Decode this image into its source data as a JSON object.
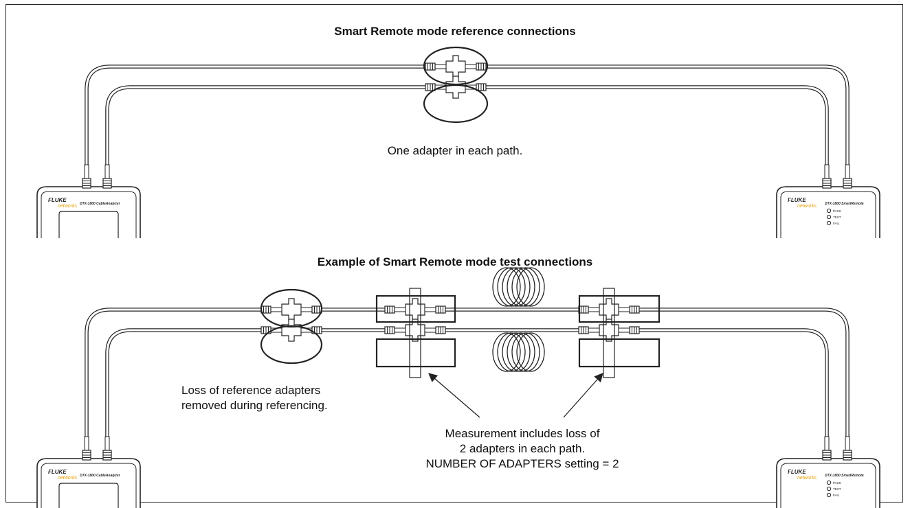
{
  "top": {
    "title": "Smart Remote mode reference connections",
    "note": "One adapter in each path."
  },
  "bottom": {
    "title": "Example of Smart Remote mode test connections",
    "note_left_1": "Loss of reference adapters",
    "note_left_2": "removed during referencing.",
    "note_center_1": "Measurement includes loss of",
    "note_center_2": "2 adapters in each path.",
    "note_center_3": "NUMBER OF ADAPTERS setting = 2"
  },
  "devices": {
    "analyzer": {
      "brand": "FLUKE",
      "sub": "networks",
      "model": "DTX-1800 CableAnalyzer"
    },
    "remote": {
      "brand": "FLUKE",
      "sub": "networks",
      "model": "DTX-1800 SmartRemote",
      "leds": [
        "PASS",
        "TEST",
        "FAIL"
      ]
    }
  },
  "colors": {
    "line": "#222222",
    "cable_fill": "#ffffff",
    "brand_accent": "#e8a000"
  }
}
